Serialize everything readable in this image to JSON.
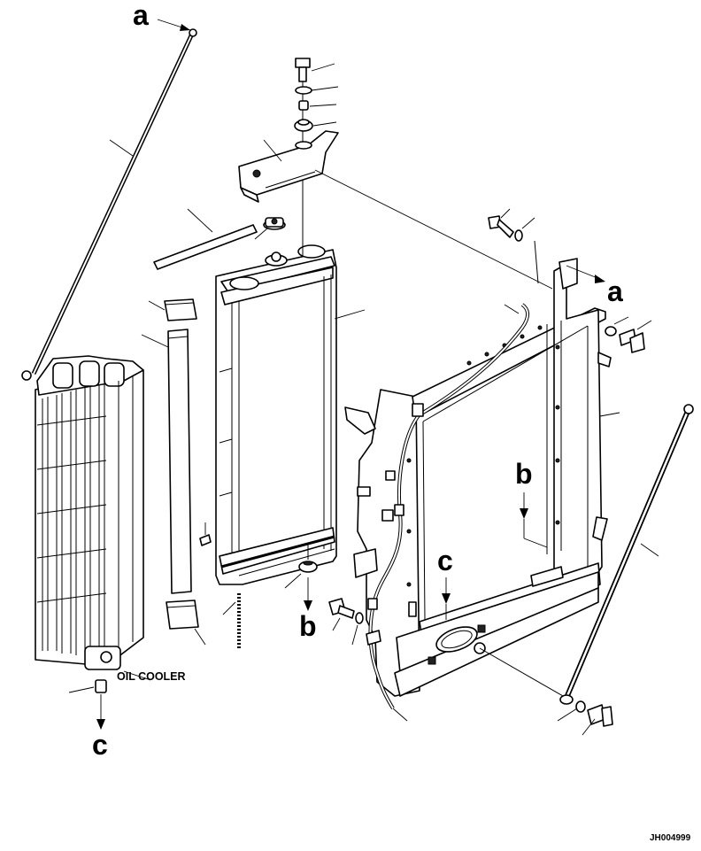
{
  "labels": {
    "ref_a_top": "a",
    "ref_a_frame": "a",
    "ref_b_radiator": "b",
    "ref_b_frame": "b",
    "ref_c_frame": "c",
    "ref_c_oil_cooler": "c",
    "oil_cooler": "OIL COOLER",
    "drawing_code": "JH004999"
  }
}
